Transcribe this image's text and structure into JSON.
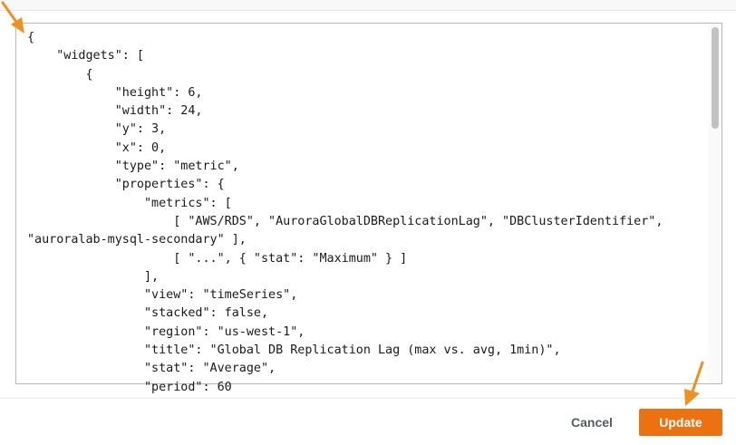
{
  "editor": {
    "code": "{\n    \"widgets\": [\n        {\n            \"height\": 6,\n            \"width\": 24,\n            \"y\": 3,\n            \"x\": 0,\n            \"type\": \"metric\",\n            \"properties\": {\n                \"metrics\": [\n                    [ \"AWS/RDS\", \"AuroraGlobalDBReplicationLag\", \"DBClusterIdentifier\",\n\"auroralab-mysql-secondary\" ],\n                    [ \"...\", { \"stat\": \"Maximum\" } ]\n                ],\n                \"view\": \"timeSeries\",\n                \"stacked\": false,\n                \"region\": \"us-west-1\",\n                \"title\": \"Global DB Replication Lag (max vs. avg, 1min)\",\n                \"stat\": \"Average\",\n                \"period\": 60"
  },
  "footer": {
    "cancel_label": "Cancel",
    "update_label": "Update"
  },
  "colors": {
    "primary_button": "#ec7211",
    "annotation_arrow": "#f0901e"
  },
  "icons": [
    "annotation-arrow-icon"
  ]
}
